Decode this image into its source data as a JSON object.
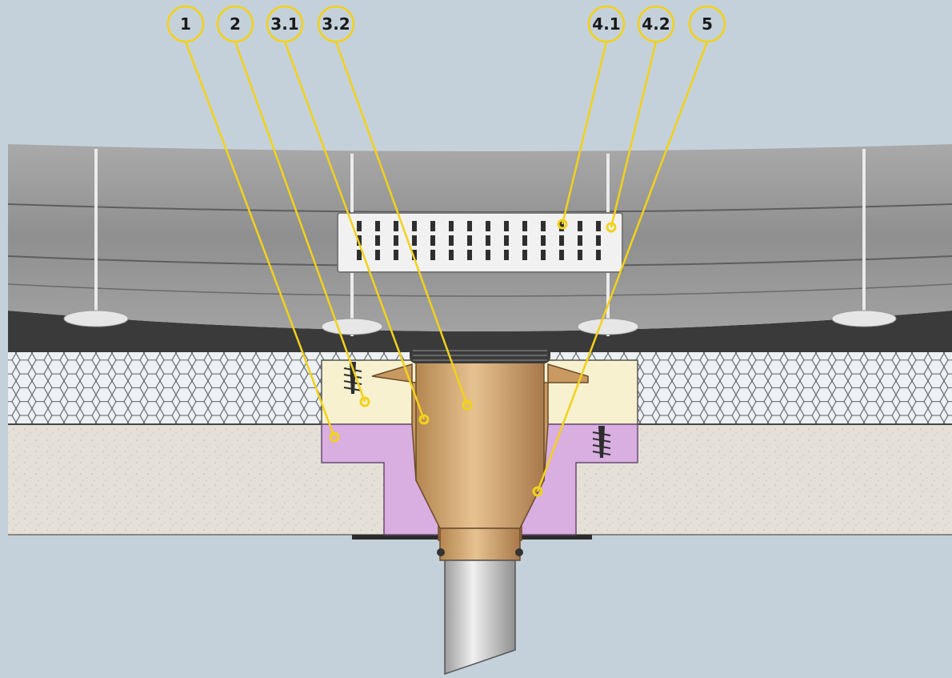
{
  "colors": {
    "background": "#c5d1da",
    "callout": "#f2d21a",
    "tile": "#9c9c9c",
    "tile_dark": "#7d7d7d",
    "membrane": "#3a3a3a",
    "insulation": "#e9ecef",
    "screed": "#e2ded6",
    "board": "#f7f1cf",
    "collar": "#d9aee0",
    "drain_body": "#d6ab78",
    "pipe": "#c9c9c9"
  },
  "callouts": [
    {
      "id": "c1",
      "label": "1"
    },
    {
      "id": "c2",
      "label": "2"
    },
    {
      "id": "c31",
      "label": "3.1"
    },
    {
      "id": "c32",
      "label": "3.2"
    },
    {
      "id": "c41",
      "label": "4.1"
    },
    {
      "id": "c42",
      "label": "4.2"
    },
    {
      "id": "c5",
      "label": "5"
    }
  ]
}
